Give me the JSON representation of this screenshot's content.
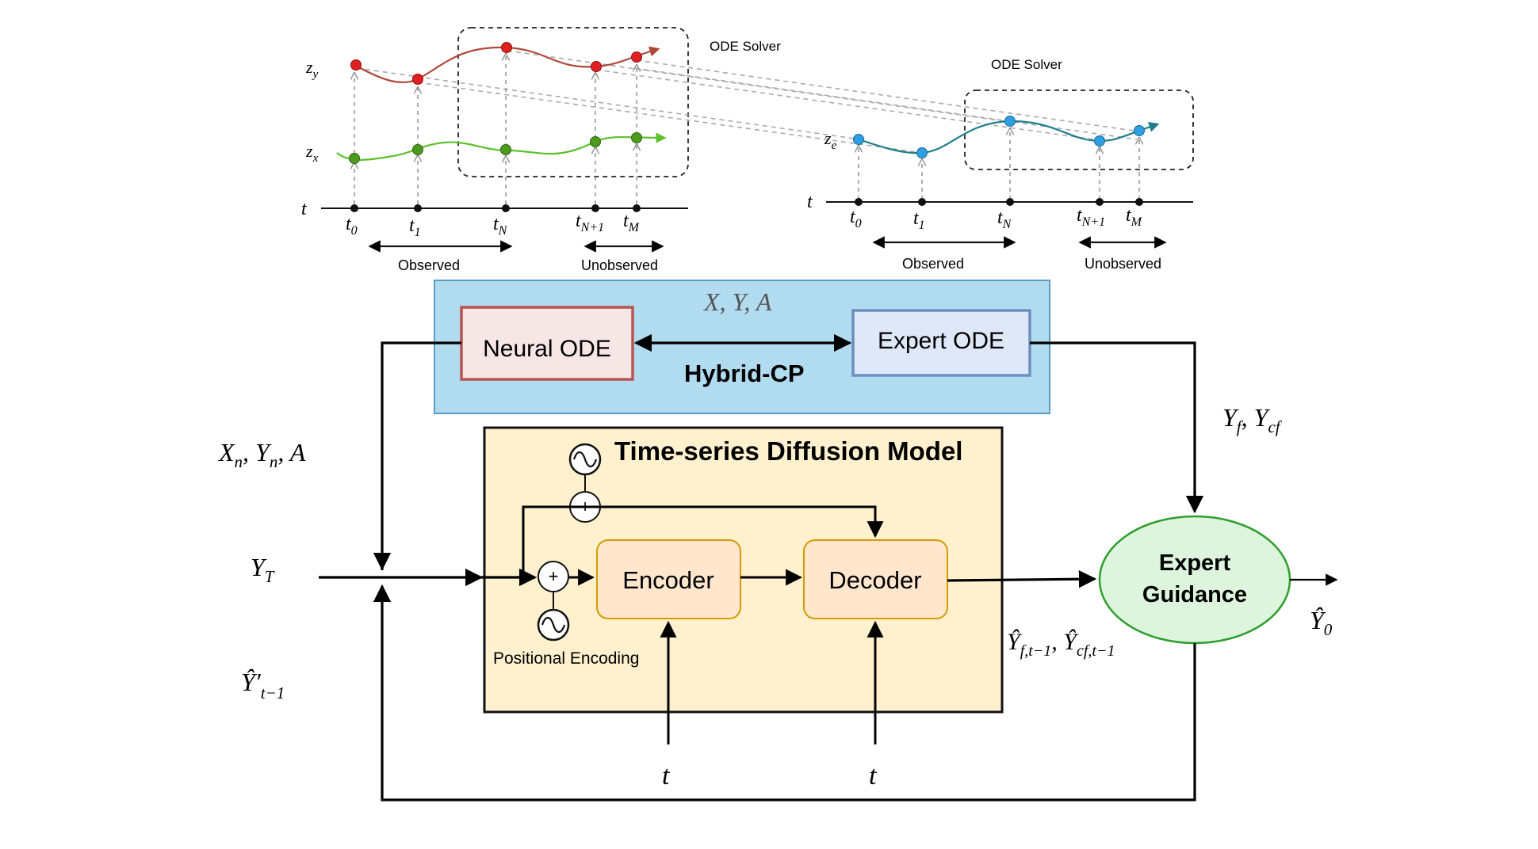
{
  "top_left_panel": {
    "solver_label": "ODE Solver",
    "latent_labels": {
      "zy_main": "z",
      "zy_sub": "y",
      "zx_main": "z",
      "zx_sub": "x"
    },
    "axis_label": "t",
    "ticks": [
      {
        "main": "t",
        "sub": "0"
      },
      {
        "main": "t",
        "sub": "1"
      },
      {
        "main": "t",
        "sub": "N"
      },
      {
        "main": "t",
        "sub": "N+1"
      },
      {
        "main": "t",
        "sub": "M"
      }
    ],
    "observed_label": "Observed",
    "unobserved_label": "Unobserved"
  },
  "top_right_panel": {
    "solver_label": "ODE Solver",
    "latent_labels": {
      "ze_main": "z",
      "ze_sub": "e"
    },
    "axis_label": "t",
    "ticks": [
      {
        "main": "t",
        "sub": "0"
      },
      {
        "main": "t",
        "sub": "1"
      },
      {
        "main": "t",
        "sub": "N"
      },
      {
        "main": "t",
        "sub": "N+1"
      },
      {
        "main": "t",
        "sub": "M"
      }
    ],
    "observed_label": "Observed",
    "unobserved_label": "Unobserved"
  },
  "hybrid_cp": {
    "title": "Hybrid-CP",
    "inputs_label": "X, Y, A",
    "neural_ode": "Neural ODE",
    "expert_ode": "Expert ODE"
  },
  "diffusion": {
    "title": "Time-series Diffusion Model",
    "encoder": "Encoder",
    "decoder": "Decoder",
    "positional_encoding": "Positional Encoding",
    "plus": "+",
    "t_encoder": "t",
    "t_decoder": "t"
  },
  "expert_guidance": {
    "line1": "Expert",
    "line2": "Guidance"
  },
  "math_labels": {
    "xn_yn_a": {
      "x": "X",
      "xs": "n",
      "y": "Y",
      "ys": "n",
      "a": "A"
    },
    "y_t": {
      "main": "Y",
      "sub": "T"
    },
    "y_prime": {
      "main": "Ŷ′",
      "sub": "t−1"
    },
    "y_f_cf": {
      "a": "Y",
      "as": "f",
      "b": "Y",
      "bs": "cf"
    },
    "y_hat_outputs": {
      "a": "Ŷ",
      "as": "f,t−1",
      "b": "Ŷ",
      "bs": "cf,t−1"
    },
    "y_0": {
      "main": "Ŷ",
      "sub": "0"
    }
  },
  "colors": {
    "hybrid_bg": "#b1dcf0",
    "hybrid_border": "#5a9cc2",
    "neural_fill": "#f7e6e6",
    "neural_border": "#b85450",
    "expert_ode_fill": "#dfe8f8",
    "expert_ode_border": "#6c8ebf",
    "diffusion_bg": "#fff0ce",
    "enc_dec_fill": "#ffe6cc",
    "enc_dec_border": "#d79b00",
    "guidance_fill": "#dcf5dc",
    "guidance_border": "#2e9e2e",
    "red_curve": "#b0473b",
    "red_point": "#e02020",
    "green_curve": "#5bc02a",
    "green_point": "#4c9a1e",
    "teal_curve": "#1f7e8a",
    "blue_point": "#2e9fe0"
  }
}
